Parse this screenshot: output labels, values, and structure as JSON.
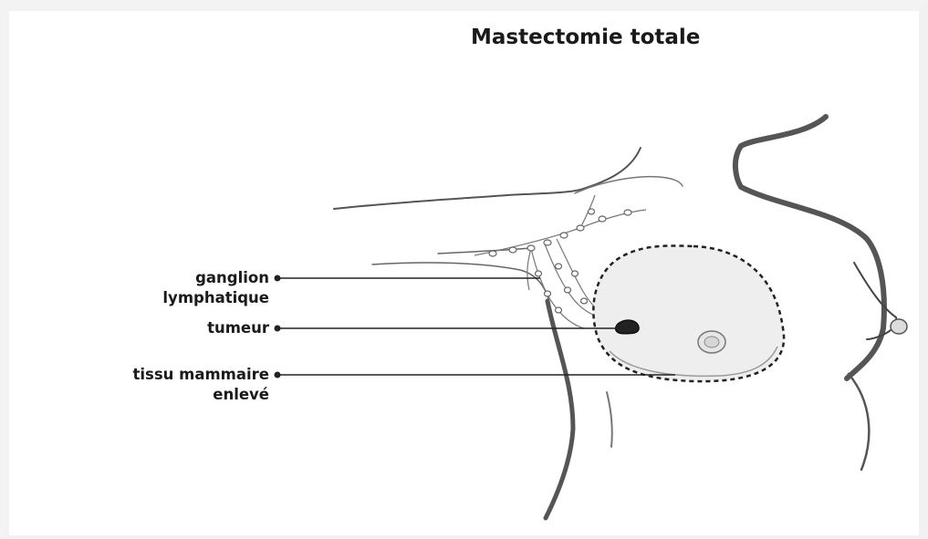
{
  "title": "Mastectomie totale",
  "labels": {
    "lymph_node": [
      "ganglion",
      "lymphatique"
    ],
    "tumor": "tumeur",
    "removed_tissue": [
      "tissu mammaire",
      "enlevé"
    ]
  }
}
